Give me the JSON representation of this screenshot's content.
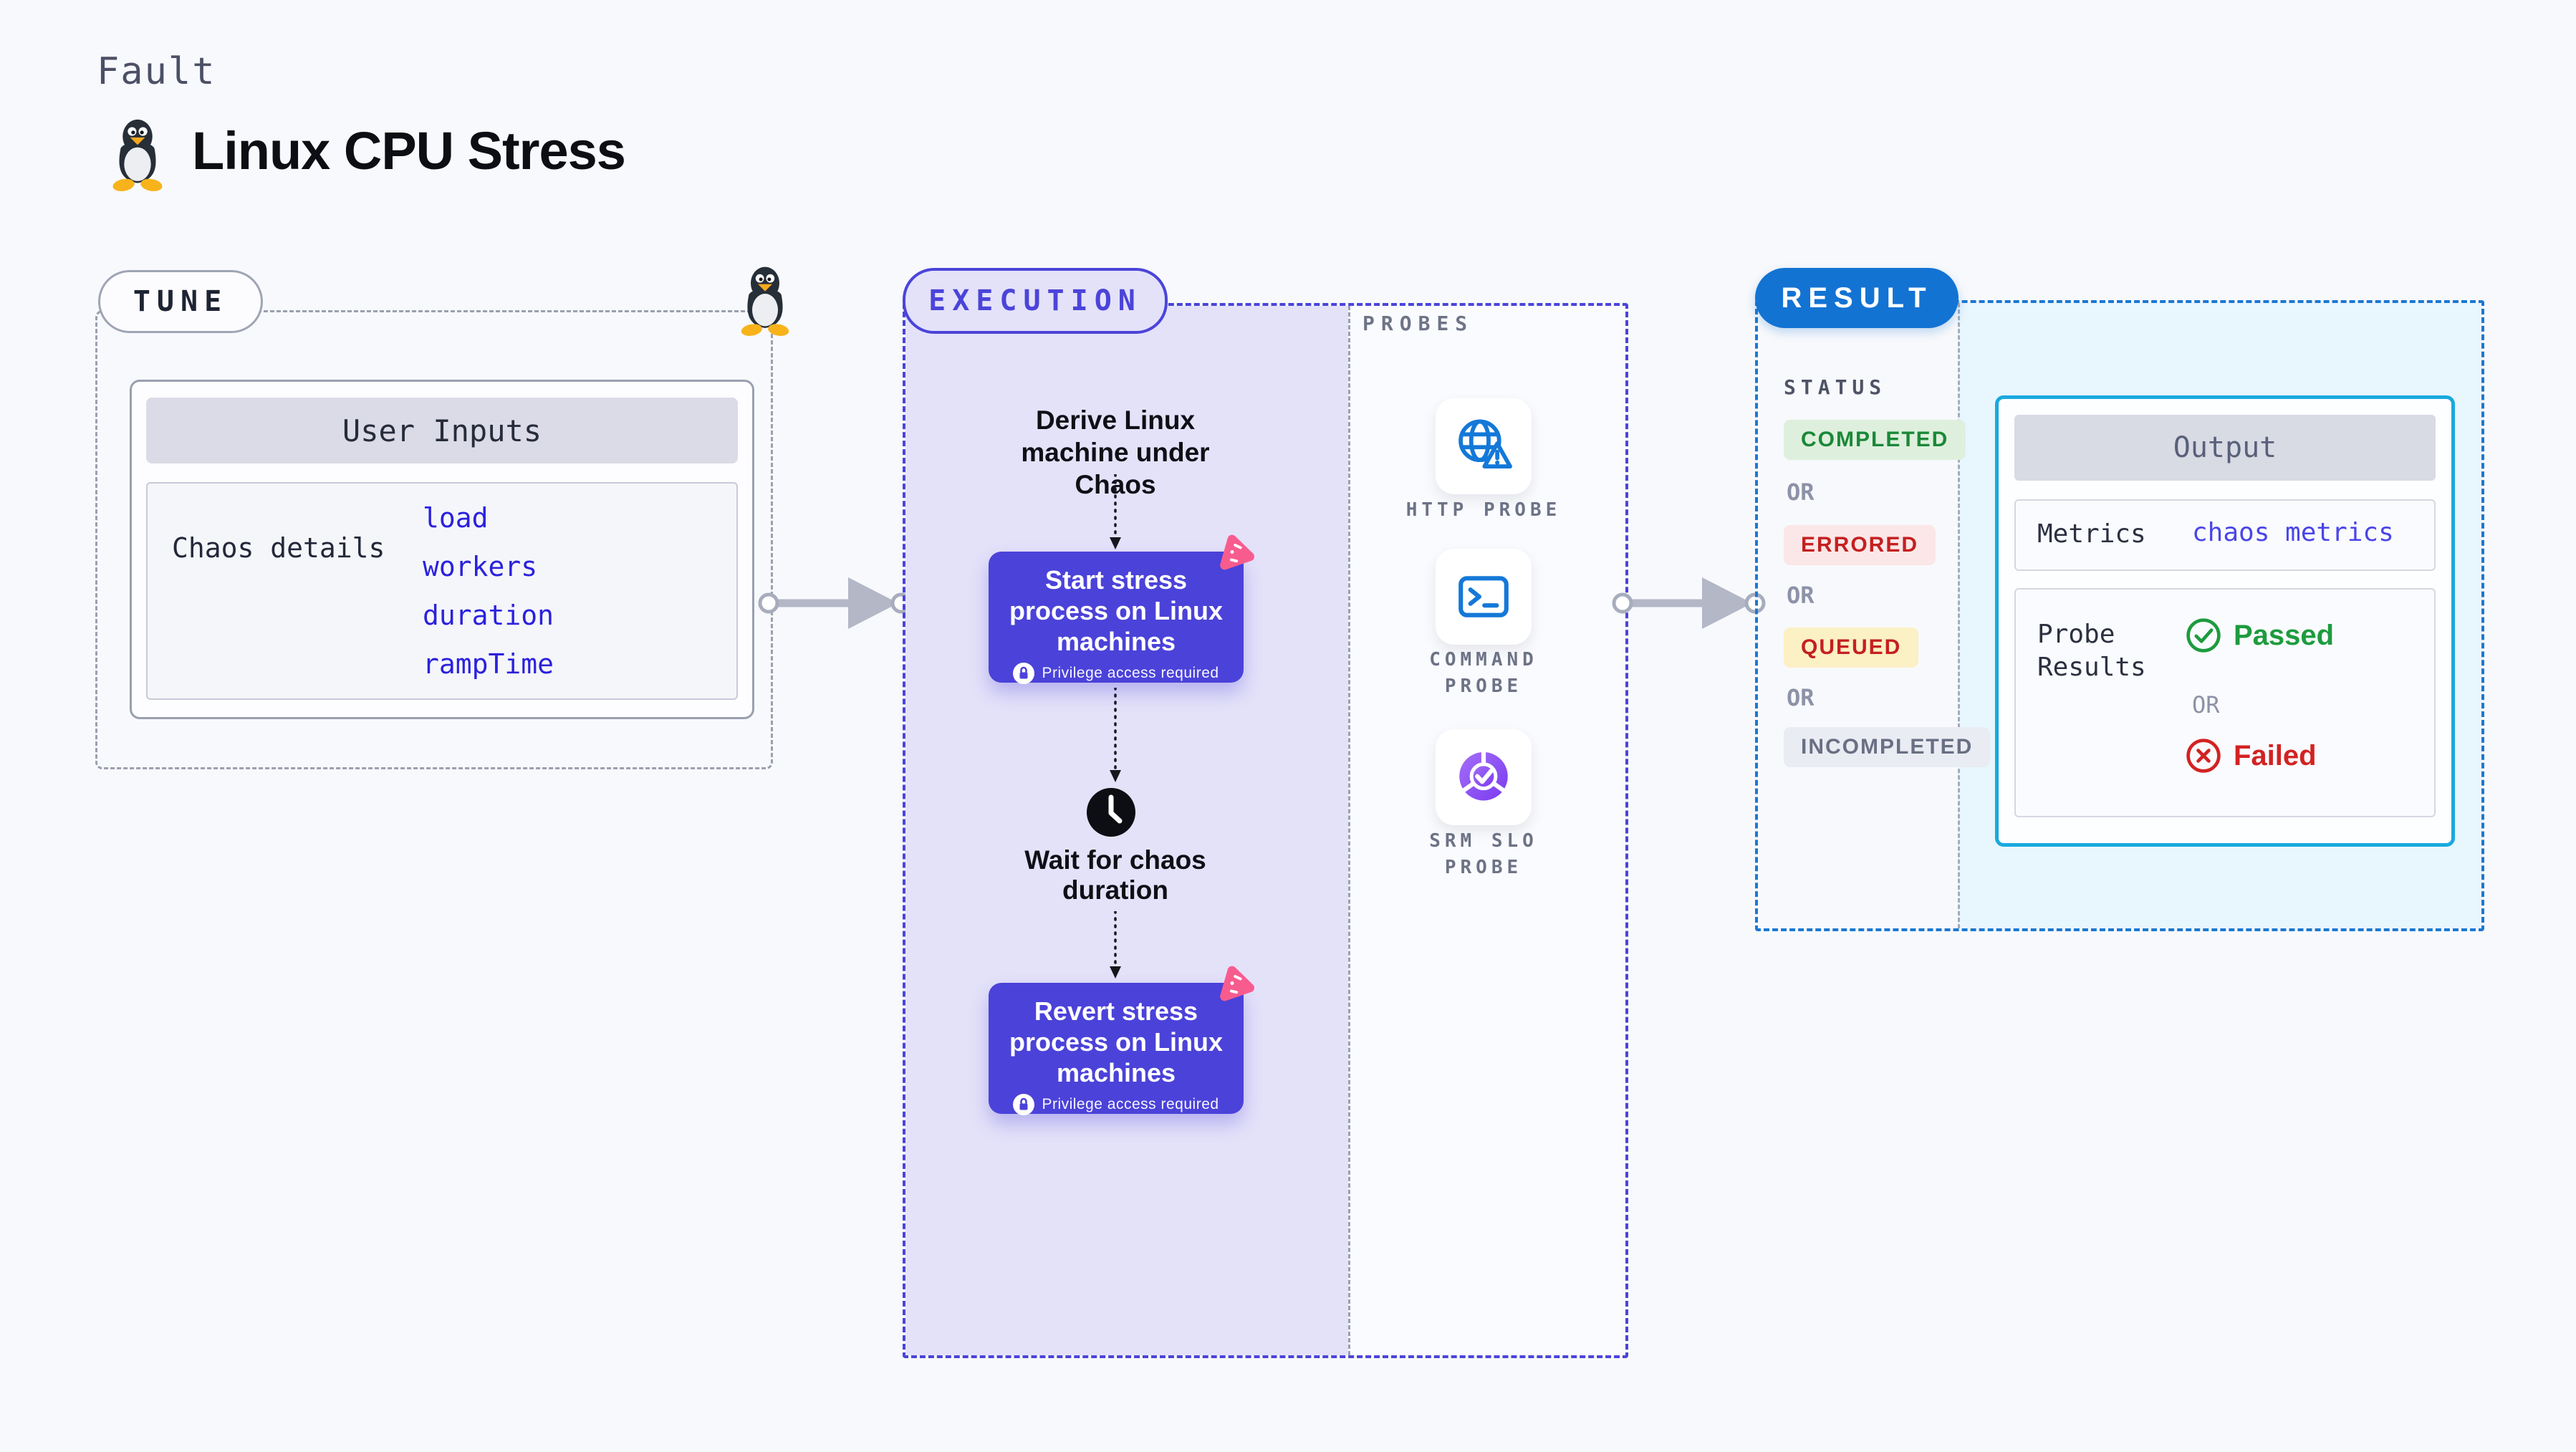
{
  "page": {
    "kicker": "Fault",
    "title": "Linux CPU Stress"
  },
  "tune": {
    "label": "TUNE",
    "card": {
      "header": "User Inputs",
      "row_label": "Chaos details",
      "inputs": [
        "load",
        "workers",
        "duration",
        "rampTime"
      ]
    }
  },
  "execution": {
    "label": "EXECUTION",
    "steps": {
      "derive": "Derive Linux machine under Chaos",
      "start": "Start stress process on Linux machines",
      "wait": "Wait for chaos duration",
      "revert": "Revert stress process on Linux machines",
      "privilege_note": "Privilege access required"
    },
    "probes": {
      "label": "PROBES",
      "items": [
        {
          "name": "HTTP PROBE",
          "icon": "globe-alert-icon"
        },
        {
          "name": "COMMAND PROBE",
          "icon": "terminal-icon"
        },
        {
          "name": "SRM SLO PROBE",
          "icon": "slo-donut-icon"
        }
      ]
    }
  },
  "result": {
    "label": "RESULT",
    "status": {
      "label": "STATUS",
      "or": "OR",
      "badges": [
        {
          "text": "COMPLETED",
          "kind": "completed"
        },
        {
          "text": "ERRORED",
          "kind": "errored"
        },
        {
          "text": "QUEUED",
          "kind": "queued"
        },
        {
          "text": "INCOMPLETED",
          "kind": "incompleted"
        }
      ]
    },
    "output": {
      "header": "Output",
      "metrics_label": "Metrics",
      "metrics_value": "chaos metrics",
      "probe_results_label": "Probe Results",
      "passed": "Passed",
      "or": "OR",
      "failed": "Failed"
    }
  },
  "colors": {
    "accent_indigo": "#4b44d9",
    "node_purple": "#4b42d9",
    "accent_blue": "#1373d3",
    "output_border_cyan": "#19a9de",
    "link_blue": "#2b21dd",
    "success_green": "#1d9b3e",
    "error_red": "#c42020",
    "pink_logo": "#f85c8f",
    "lavender_bg": "#e4e2f9",
    "cyan_bg": "#e8f6fd"
  }
}
